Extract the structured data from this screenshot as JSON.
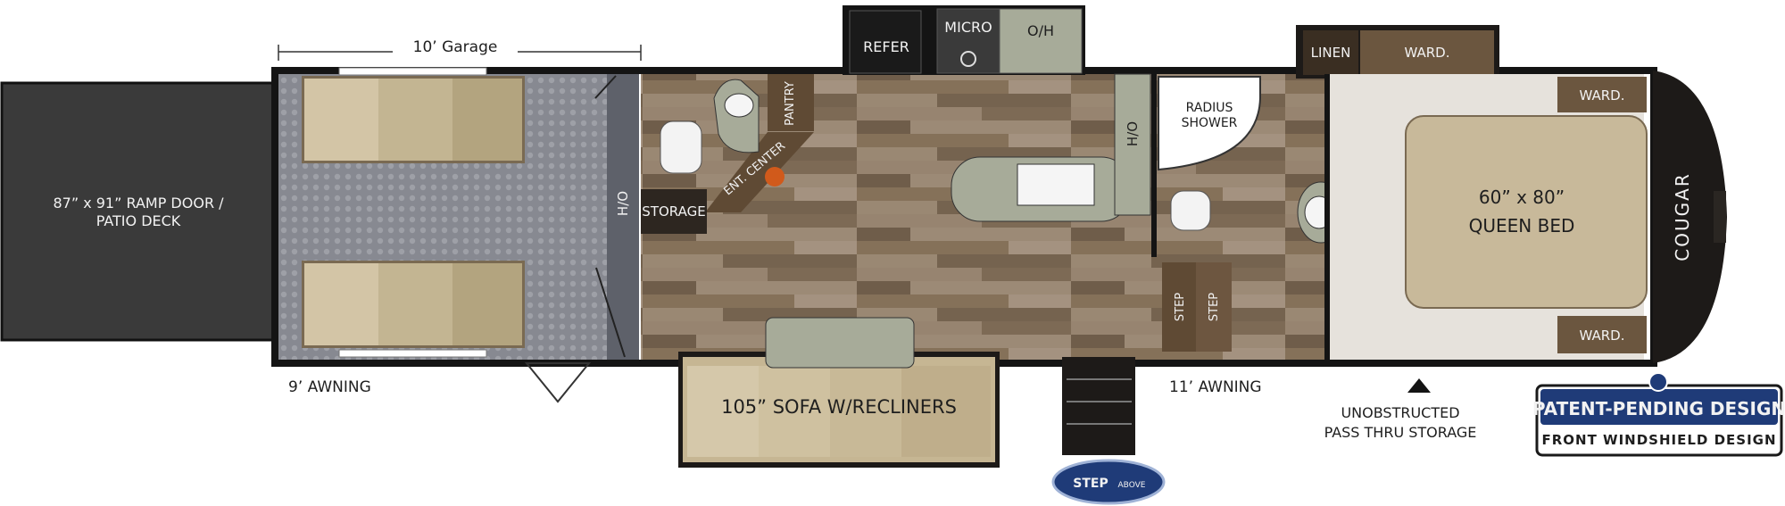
{
  "labels": {
    "garage": "10’ Garage",
    "ramp_line1": "87” x 91” RAMP DOOR /",
    "ramp_line2": "PATIO DECK",
    "awning_left": "9’ AWNING",
    "awning_right": "11’ AWNING",
    "refer": "REFER",
    "micro": "MICRO",
    "oh": "O/H",
    "pantry": "PANTRY",
    "ent_center": "ENT. CENTER",
    "storage": "STORAGE",
    "ho_left": "H/O",
    "ho_right": "H/O",
    "radius_line1": "RADIUS",
    "radius_line2": "SHOWER",
    "linen": "LINEN",
    "ward_top": "WARD.",
    "ward_right_top": "WARD.",
    "ward_right_bottom": "WARD.",
    "bed_line1": "60” x 80”",
    "bed_line2": "QUEEN BED",
    "step1": "STEP",
    "step2": "STEP",
    "sofa": "105” SOFA W/RECLINERS",
    "pass_line1": "UNOBSTRUCTED",
    "pass_line2": "PASS THRU STORAGE",
    "patent": "PATENT-PENDING DESIGN",
    "windshield": "FRONT WINDSHIELD DESIGN",
    "brand": "COUGAR",
    "step_above_a": "STEP",
    "step_above_b": "ABOVE"
  },
  "colors": {
    "ramp": "#3a3a3a",
    "garage_floor": "#8d8f96",
    "wood": "#8a7660",
    "dark": "#1d1a18",
    "counter": "#a6ab98",
    "tan": "#c7b99a",
    "brown": "#5e4a35",
    "bedroom": "#e6e2dc",
    "badge": "#1f3b78"
  }
}
